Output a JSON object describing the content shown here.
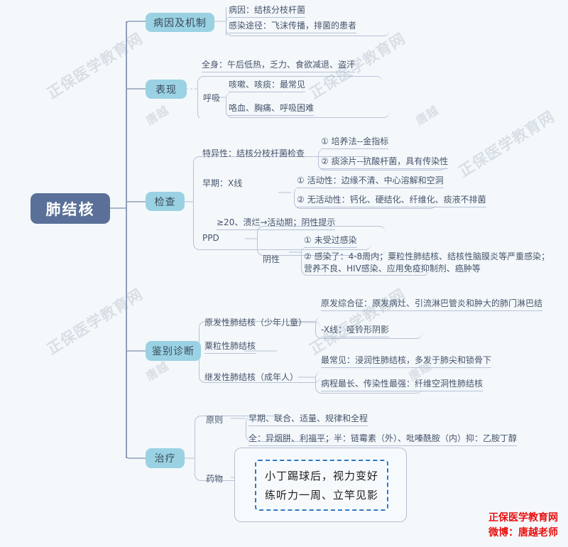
{
  "page": {
    "background_color": "#f4f8fb",
    "root_color": "#5a7098",
    "branch_color": "#9ad2e3",
    "line_color": "#b9c2d6",
    "text_color": "#46546b",
    "accent_dash_color": "#2f78c4",
    "signature_color": "#e8100f"
  },
  "root": {
    "label": "肺结核"
  },
  "watermarks": {
    "site": "正保医学教育网",
    "author": "唐越"
  },
  "signature": {
    "line1": "正保医学教育网",
    "line2": "微博：唐越老师"
  },
  "branches": [
    {
      "id": "cause",
      "label": "病因及机制",
      "children": [
        {
          "text": "病因：结核分枝杆菌"
        },
        {
          "text": "感染途径：飞沫传播，排菌的患者"
        }
      ]
    },
    {
      "id": "manifestation",
      "label": "表现",
      "children": [
        {
          "text": "全身：午后低热，乏力、食欲减退、盗汗"
        },
        {
          "label": "呼吸",
          "children": [
            {
              "text": "咳嗽、咳痰：最常见"
            },
            {
              "text": "咯血、胸痛、呼吸困难"
            }
          ]
        }
      ]
    },
    {
      "id": "examination",
      "label": "检查",
      "children": [
        {
          "label": "特异性：结核分枝杆菌检查",
          "children": [
            {
              "text": "① 培养法--金指标"
            },
            {
              "text": "② 痰涂片--抗酸杆菌，具有传染性"
            }
          ]
        },
        {
          "label": "早期：X线",
          "children": [
            {
              "text": "① 活动性：边缘不清、中心溶解和空洞"
            },
            {
              "text": "② 无活动性：钙化、硬结化、纤维化、痰液不排菌"
            }
          ]
        },
        {
          "label": "PPD",
          "children": [
            {
              "text": "≥20、溃烂→活动期；阴性提示"
            },
            {
              "label": "阴性",
              "children": [
                {
                  "text": "① 未受过感染"
                },
                {
                  "text": "② 感染了：4-8周内；粟粒性肺结核、结核性脑膜炎等严重感染；营养不良、HIV感染、应用免疫抑制剂、癌肿等"
                }
              ]
            }
          ]
        }
      ]
    },
    {
      "id": "differential",
      "label": "鉴别诊断",
      "children": [
        {
          "label": "原发性肺结核（少年儿童）",
          "children": [
            {
              "text": "原发综合征：原发病灶、引流淋巴管炎和肿大的肺门淋巴结"
            },
            {
              "text": "-X线：哑铃形阴影"
            }
          ]
        },
        {
          "text": "粟粒性肺结核"
        },
        {
          "label": "继发性肺结核（成年人）",
          "children": [
            {
              "text": "最常见：浸润性肺结核，多发于肺尖和锁骨下"
            },
            {
              "text": "病程最长、传染性最强：纤维空洞性肺结核"
            }
          ]
        }
      ]
    },
    {
      "id": "treatment",
      "label": "治疗",
      "children": [
        {
          "label": "原则",
          "children": [
            {
              "text": "早期、联合、适量、规律和全程"
            }
          ]
        },
        {
          "label": "药物",
          "children": [
            {
              "text": "全：异烟肼、利福平；半：链霉素（外）、吡嗪酰胺（内）抑：乙胺丁醇"
            }
          ]
        }
      ]
    }
  ],
  "mnemonic": {
    "line1": "小丁踢球后，视力变好",
    "line2": "练听力一周、立竿见影"
  }
}
